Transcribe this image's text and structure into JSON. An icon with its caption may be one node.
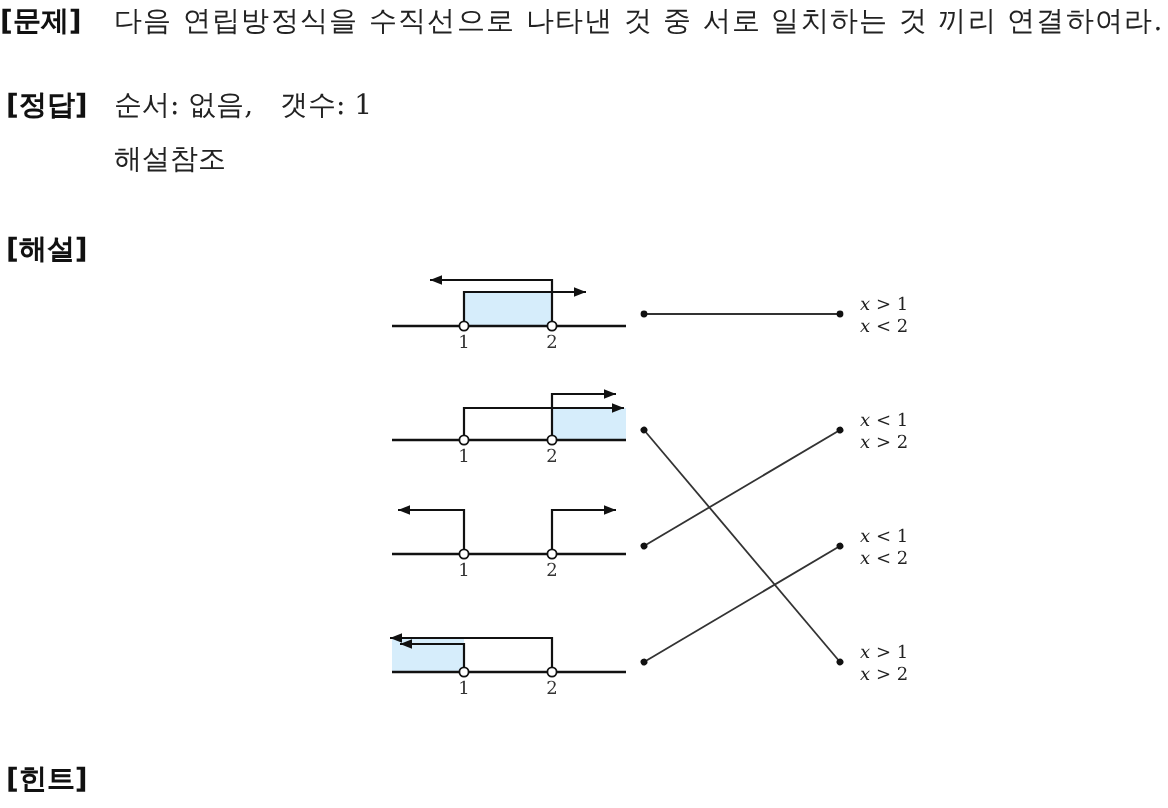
{
  "diagram": {
    "nodes": [
      {
        "text": [
          "1",
          "2"
        ]
      },
      {
        "text": [
          "*x* > 1",
          "*x* < 2"
        ]
      },
      {
        "text": [
          "1",
          "2"
        ]
      },
      {
        "text": [
          "*x* < 1",
          "*x* > 2"
        ]
      },
      {
        "text": [
          "1",
          "2"
        ]
      },
      {
        "text": [
          "*x* < 1",
          "*x* < 2"
        ]
      },
      {
        "text": [
          "1",
          "2"
        ]
      },
      {
        "text": [
          "*x* > 1",
          "*x* > 2"
        ]
      }
    ],
    "edges": [
      {
        "from": 0,
        "to": 1,
        "arrow": "other"
      },
      {
        "from": 2,
        "to": 7,
        "arrow": "other"
      },
      {
        "from": 4,
        "to": 3,
        "arrow": "other"
      },
      {
        "from": 6,
        "to": 5,
        "arrow": "other"
      }
    ],
    "labels": [
      "[문제]",
      "다음 연립방정식을 수직선으로 나타낸 것 중 서로 일치하는 것 끼리 연결하여라.",
      "[정답]",
      "순서: 없음,   갯수: 1",
      "해설참조",
      "[해설]",
      "[힌트]"
    ]
  }
}
